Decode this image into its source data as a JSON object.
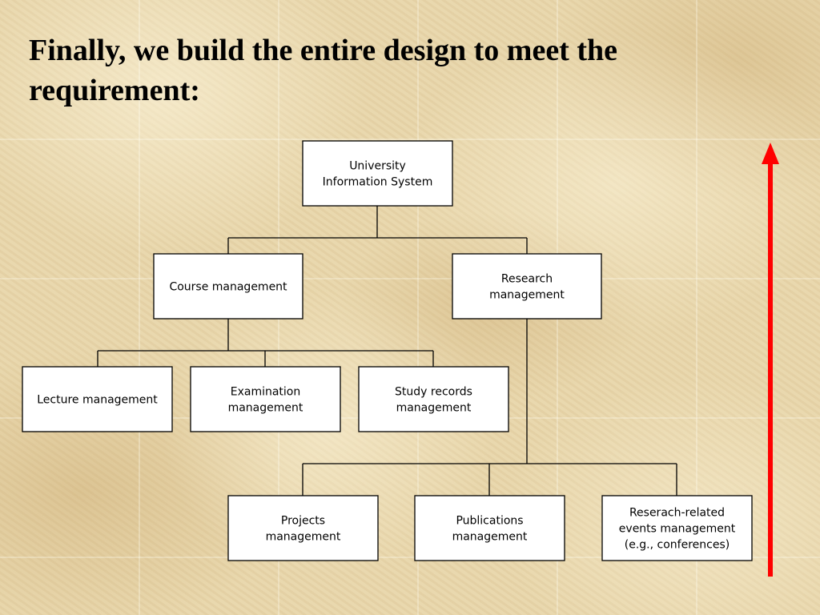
{
  "slide": {
    "title_line1": "Finally, we build the entire design to meet the",
    "title_line2": "requirement:"
  },
  "diagram": {
    "root": {
      "lines": [
        "University",
        "Information System"
      ]
    },
    "course": {
      "lines": [
        "Course management"
      ]
    },
    "research": {
      "lines": [
        "Research",
        "management"
      ]
    },
    "lecture": {
      "lines": [
        "Lecture management"
      ]
    },
    "examination": {
      "lines": [
        "Examination",
        "management"
      ]
    },
    "study_records": {
      "lines": [
        "Study records",
        "management"
      ]
    },
    "projects": {
      "lines": [
        "Projects",
        "management"
      ]
    },
    "publications": {
      "lines": [
        "Publications",
        "management"
      ]
    },
    "events": {
      "lines": [
        "Reserach-related",
        "events management",
        "(e.g., conferences)"
      ]
    }
  },
  "colors": {
    "arrow": "#ff0000",
    "box_fill": "#ffffff",
    "box_stroke": "#000000"
  }
}
